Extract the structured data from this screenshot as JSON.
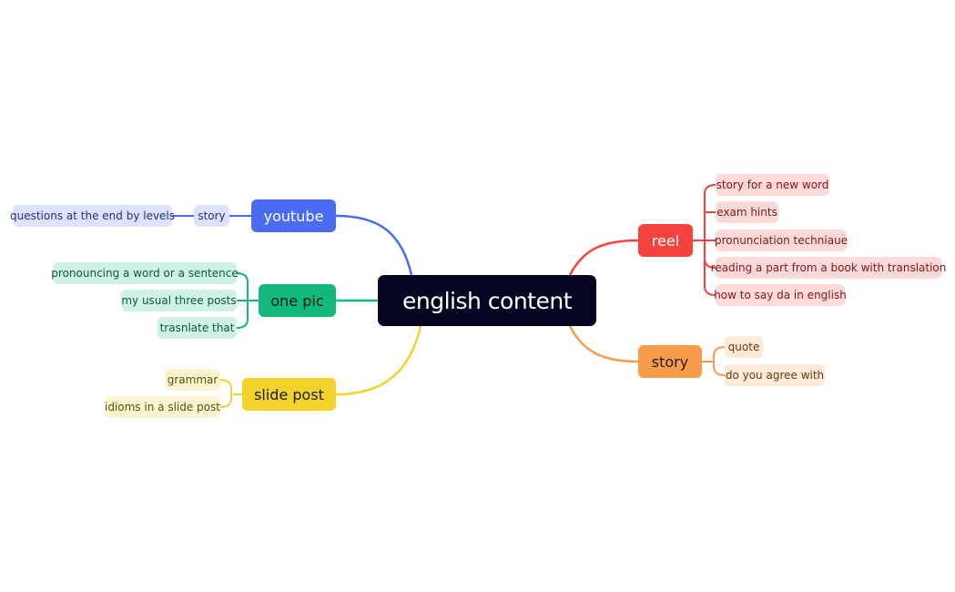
{
  "root": {
    "label": "english content",
    "bg": "#050523",
    "color": "#ffffff"
  },
  "branches": {
    "youtube": {
      "label": "youtube",
      "bg": "#4a6cf5",
      "color": "#ffffff",
      "line": "#4a6cf5",
      "sub_bg": "#dde3fc",
      "sub_color": "#233080",
      "children": [
        {
          "label": "story",
          "children": [
            {
              "label": "questions at the end by levels"
            }
          ]
        }
      ]
    },
    "one_pic": {
      "label": "one pic",
      "bg": "#13b97b",
      "color": "#0b1a13",
      "line": "#13b97b",
      "sub_bg": "#cff2e4",
      "sub_color": "#0b5a3b",
      "children": [
        {
          "label": "pronouncing a word or a sentence"
        },
        {
          "label": "my usual three posts"
        },
        {
          "label": "trasnlate that"
        }
      ]
    },
    "slide_post": {
      "label": "slide post",
      "bg": "#f2d22b",
      "color": "#1d1a05",
      "line": "#f2d22b",
      "sub_bg": "#fcf4cf",
      "sub_color": "#5c4f0b",
      "children": [
        {
          "label": "grammar"
        },
        {
          "label": "idioms in a slide post"
        }
      ]
    },
    "reel": {
      "label": "reel",
      "bg": "#f4433f",
      "color": "#ffffff",
      "line": "#f4433f",
      "sub_bg": "#fdd9d8",
      "sub_color": "#7d1a18",
      "children": [
        {
          "label": "story for a new word"
        },
        {
          "label": "exam hints"
        },
        {
          "label": "pronunciation techniaue"
        },
        {
          "label": "reading a part from a book with translation"
        },
        {
          "label": "how to say da in english"
        }
      ]
    },
    "story": {
      "label": "story",
      "bg": "#f69c4a",
      "color": "#2a1605",
      "line": "#f69c4a",
      "sub_bg": "#fde9d7",
      "sub_color": "#6b3b10",
      "children": [
        {
          "label": "quote"
        },
        {
          "label": "do you agree with"
        }
      ]
    }
  }
}
